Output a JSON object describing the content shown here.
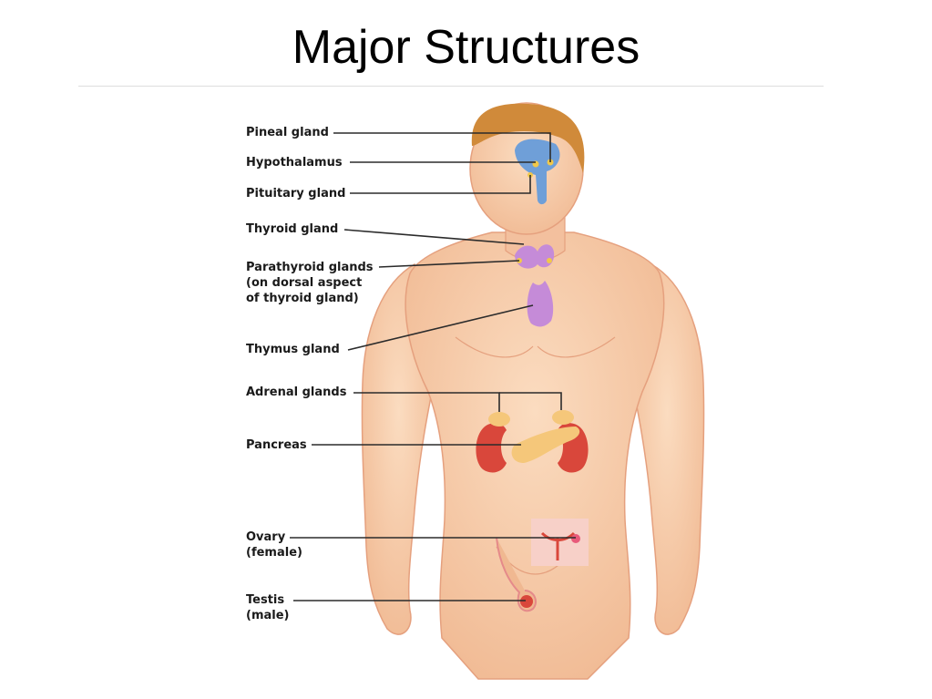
{
  "slide": {
    "title": "Major Structures"
  },
  "labels": {
    "pineal": "Pineal gland",
    "hypothalamus": "Hypothalamus",
    "pituitary": "Pituitary gland",
    "thyroid": "Thyroid gland",
    "parathyroid": [
      "Parathyroid glands",
      "(on dorsal aspect",
      "of thyroid gland)"
    ],
    "thymus": "Thymus gland",
    "adrenal": "Adrenal glands",
    "pancreas": "Pancreas",
    "ovary": [
      "Ovary",
      "(female)"
    ],
    "testis": [
      "Testis",
      "(male)"
    ]
  },
  "colors": {
    "skin": "#f6c9a6",
    "skin_shadow": "#e9a888",
    "hair": "#d08a3a",
    "brain": "#6f9fd8",
    "gland_purple": "#c58bd8",
    "gland_yellow": "#f1c84a",
    "kidney": "#d9473b",
    "pancreas": "#f5c77a",
    "uterus_box": "#f7d0c8",
    "leader_line": "#2b2b2b"
  }
}
